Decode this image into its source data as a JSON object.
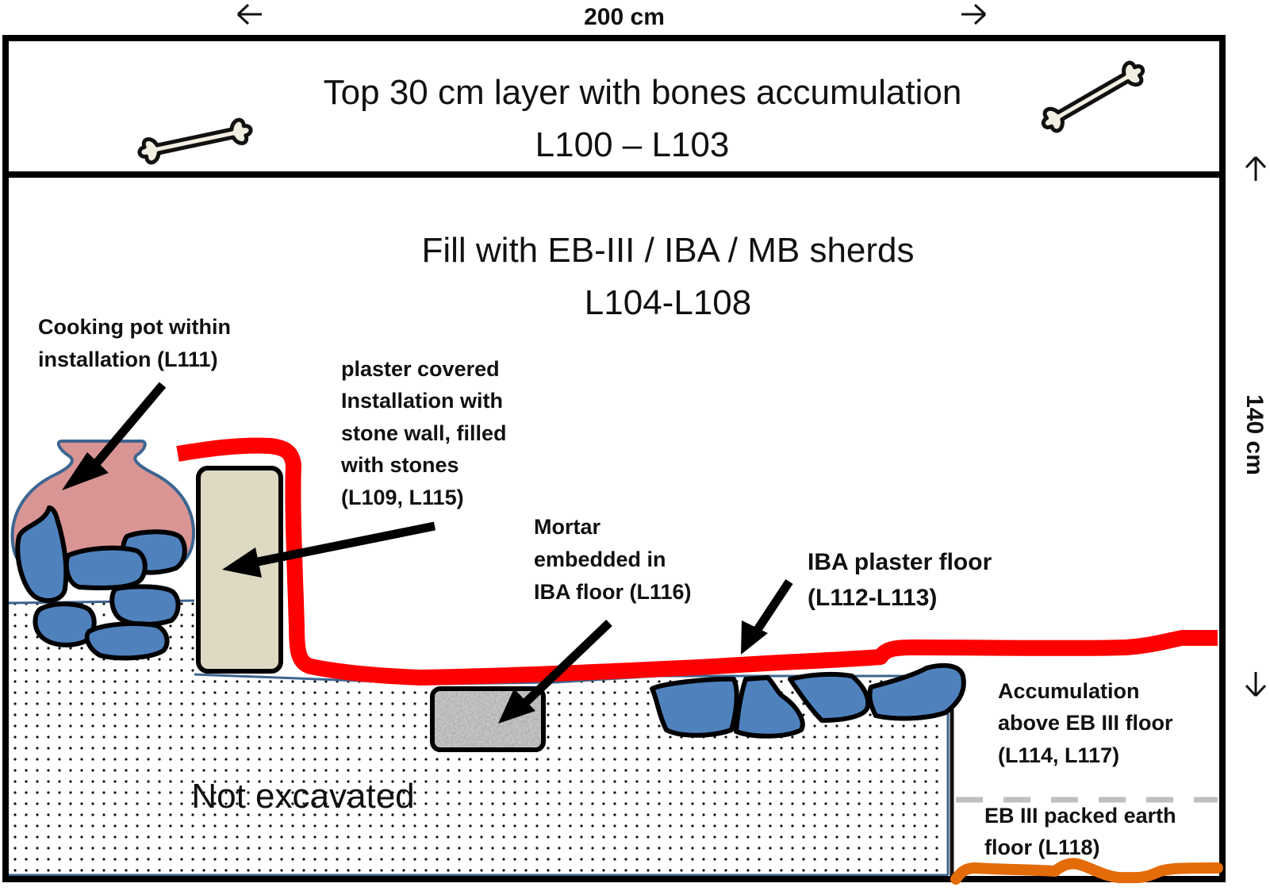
{
  "dimensions": {
    "width_label": "200 cm",
    "height_label": "140 cm"
  },
  "layers": {
    "top": {
      "title": "Top 30 cm layer with bones accumulation",
      "loci": "L100 – L103"
    },
    "fill": {
      "title": "Fill with EB-III / IBA /  MB sherds",
      "loci": "L104-L108"
    }
  },
  "labels": {
    "cooking_pot": [
      "Cooking pot within",
      "installation (L111)"
    ],
    "installation": [
      "plaster covered",
      "Installation with",
      "stone wall, filled",
      "with stones",
      "(L109, L115)"
    ],
    "mortar": [
      "Mortar",
      "embedded in",
      "IBA floor (L116)"
    ],
    "plaster_floor": [
      "IBA plaster floor",
      "(L112-L113)"
    ],
    "accumulation": [
      "Accumulation",
      "above EB III floor",
      "(L114, L117)"
    ],
    "packed_floor": [
      "EB III packed earth",
      "floor (L118)"
    ],
    "not_excavated": "Not excavated"
  },
  "colors": {
    "plaster_floor": "#ff0000",
    "stones": "#4f81bd",
    "pot": "#d99594",
    "pot_outline": "#3d6591",
    "installation_wall": "#ddd9c3",
    "mortar": "#b0b0b0",
    "packed_earth": "#e36c09",
    "dashed_boundary": "#bfbfbf"
  }
}
